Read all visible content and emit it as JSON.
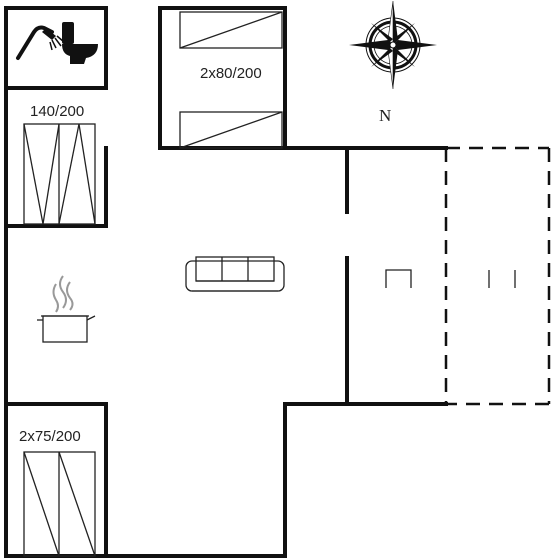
{
  "labels": {
    "double_bed": "140/200",
    "twin_beds_upper": "2x80/200",
    "twin_beds_lower": "2x75/200",
    "north": "N"
  },
  "icons": [
    "shower-icon",
    "toilet-icon",
    "cooking-pot-icon",
    "sofa-icon",
    "compass-rose-icon",
    "table-icon",
    "bench-icon"
  ]
}
